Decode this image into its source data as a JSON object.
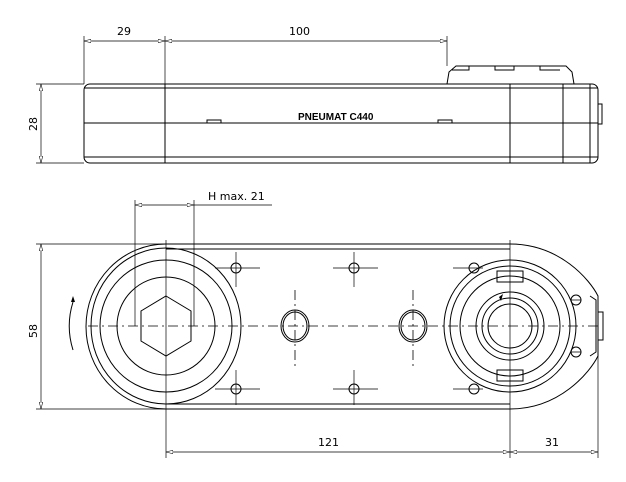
{
  "top_view": {
    "brand_label": "PNEUMAT C440",
    "dimensions": {
      "offset": "29",
      "length": "100",
      "height": "28"
    }
  },
  "bottom_view": {
    "dimensions": {
      "hex_size": "H max. 21",
      "width": "58",
      "center_distance": "121",
      "end_offset": "31"
    }
  }
}
